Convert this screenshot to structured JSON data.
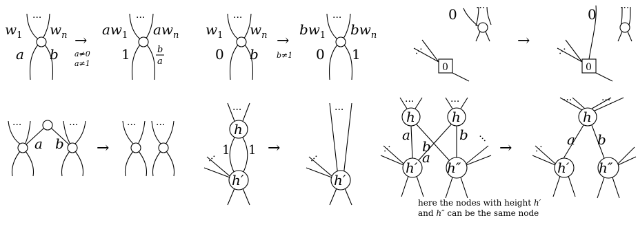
{
  "rule1": {
    "w1": "w",
    "w1_sub": "1",
    "dots": "···",
    "wn": "w",
    "wn_sub": "n",
    "left_a": "a",
    "right_b": "b",
    "cond1": "a≠0",
    "cond2": "a≠1",
    "aw1": "aw",
    "aw1_sub": "1",
    "awn": "aw",
    "awn_sub": "n",
    "one": "1",
    "frac_num": "b",
    "frac_den": "a"
  },
  "rule2": {
    "w1": "w",
    "w1_sub": "1",
    "dots": "···",
    "wn": "w",
    "wn_sub": "n",
    "zero": "0",
    "right_b": "b",
    "cond": "b≠1",
    "bw1": "bw",
    "bw1_sub": "1",
    "bwn": "bw",
    "bwn_sub": "n",
    "one": "1"
  },
  "rule3": {
    "zero": "0",
    "dots": "···",
    "box": "0"
  },
  "rule4": {
    "dots": "···",
    "a": "a",
    "b": "b"
  },
  "rule5": {
    "dots": "···",
    "h": "h",
    "hp": "h′",
    "one": "1"
  },
  "rule6": {
    "dots": "···",
    "h": "h",
    "hp": "h′",
    "hpp": "h″",
    "a": "a",
    "b": "b"
  },
  "arrow": "→",
  "note": {
    "line1_prefix": "here the nodes with height ",
    "line1_var": "h′",
    "line2_prefix": "and ",
    "line2_var": "h″",
    "line2_suffix": " can be the same node"
  }
}
